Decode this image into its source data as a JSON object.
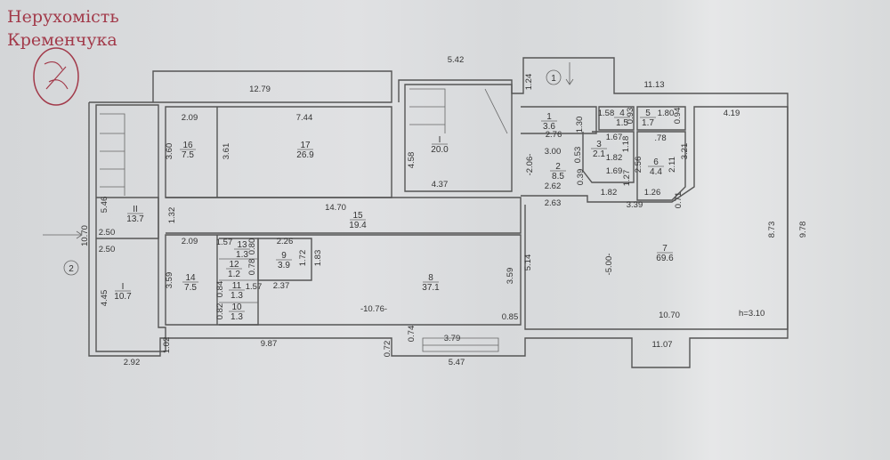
{
  "brand": {
    "line1": "Нерухомість",
    "line2": "Кременчука",
    "logo": "НК"
  },
  "markers": [
    "1",
    "2"
  ],
  "ceiling_height": "h=3.10",
  "rooms": [
    {
      "no": "16",
      "area": "7.5"
    },
    {
      "no": "17",
      "area": "26.9"
    },
    {
      "no": "I",
      "area": "20.0"
    },
    {
      "no": "II",
      "area": "13.7"
    },
    {
      "no": "15",
      "area": "19.4"
    },
    {
      "no": "1",
      "area": "3.6"
    },
    {
      "no": "4",
      "area": "1.5"
    },
    {
      "no": "5",
      "area": "1.7"
    },
    {
      "no": "3",
      "area": "2.1"
    },
    {
      "no": "2",
      "area": "8.5"
    },
    {
      "no": "6",
      "area": "4.4"
    },
    {
      "no": "7",
      "area": "69.6"
    },
    {
      "no": "I",
      "area": "10.7"
    },
    {
      "no": "14",
      "area": "7.5"
    },
    {
      "no": "13",
      "area": "1.3"
    },
    {
      "no": "12",
      "area": "1.2"
    },
    {
      "no": "11",
      "area": "1.3"
    },
    {
      "no": "10",
      "area": "1.3"
    },
    {
      "no": "9",
      "area": "3.9"
    },
    {
      "no": "8",
      "area": "37.1"
    }
  ],
  "dims": [
    "5.42",
    "12.79",
    "11.13",
    "1.24",
    "2.09",
    "7.44",
    "3.60",
    "3.61",
    "4.58",
    "3.00",
    "1.30",
    "2.76",
    "1.58",
    "0.93",
    "1.80",
    "0.94",
    "4.19",
    "1.67",
    "1.18",
    ".78",
    "3.21",
    "1.82",
    "2.56",
    "2.11",
    "-2.06-",
    "0.53",
    "0.39",
    "1.69",
    "1.27",
    "4.37",
    "2.62",
    "1.82",
    "1.26",
    "0.71",
    "2.63",
    "3.39",
    "5.46",
    "1.32",
    "14.70",
    "8.73",
    "9.78",
    "2.50",
    "10.70",
    "2.50",
    "2.09",
    "2.26",
    "1.72",
    "1.83",
    "5.14",
    "3.59",
    "3.59",
    "4.45",
    "2.37",
    "-10.76-",
    "-5.00-",
    "0.85",
    "10.70",
    "1.02",
    "9.87",
    "0.72",
    "0.74",
    "3.79",
    "11.07",
    "5.47",
    "2.92",
    "1.57",
    "0.80",
    "0.78",
    "0.84",
    "1.57",
    "0.82"
  ]
}
